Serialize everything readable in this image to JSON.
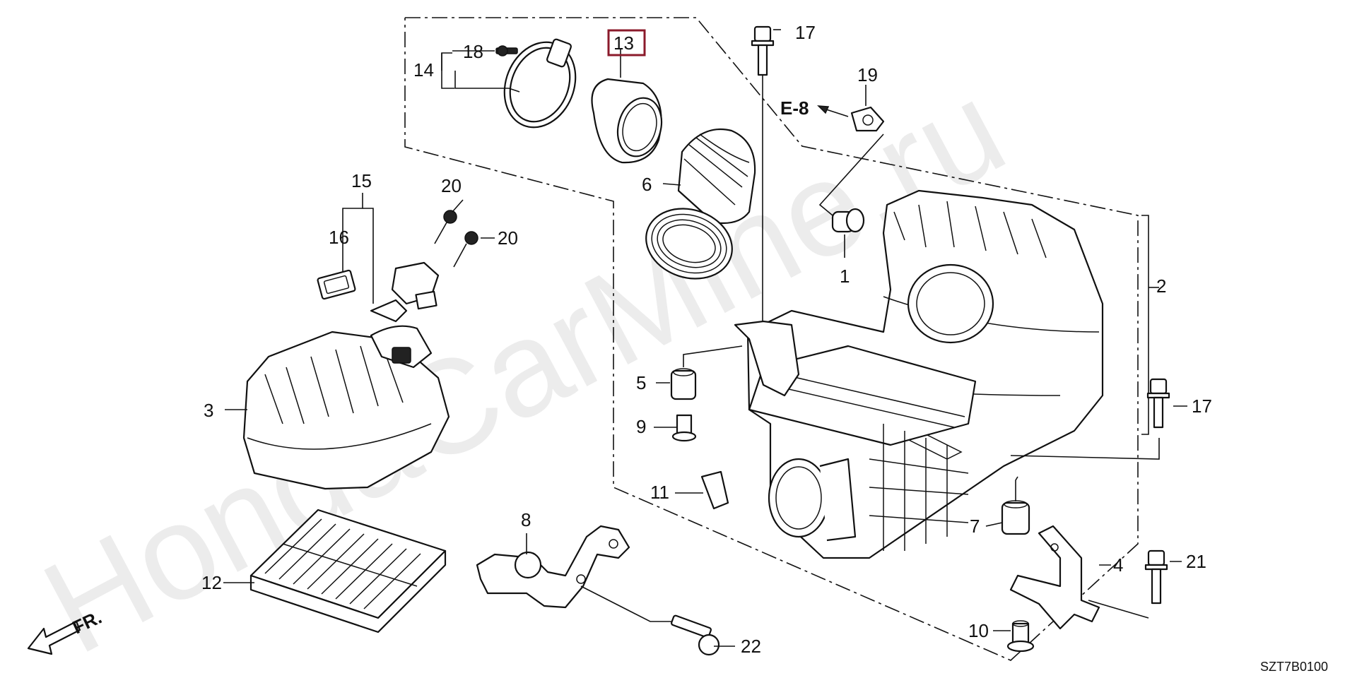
{
  "watermark": "HondaCarMine.ru",
  "diagram_code": "SZT7B0100",
  "front_arrow_label": "FR.",
  "reference": {
    "label": "E-8"
  },
  "highlighted_part": "13",
  "callouts": {
    "c1": "1",
    "c2": "2",
    "c3": "3",
    "c4": "4",
    "c5": "5",
    "c6": "6",
    "c7": "7",
    "c8": "8",
    "c9": "9",
    "c10": "10",
    "c11": "11",
    "c12": "12",
    "c13": "13",
    "c14": "14",
    "c15": "15",
    "c16": "16",
    "c17a": "17",
    "c17b": "17",
    "c18": "18",
    "c19": "19",
    "c20a": "20",
    "c20b": "20",
    "c21": "21",
    "c22": "22"
  },
  "colors": {
    "line": "#111111",
    "highlight_box": "#8b1a2b",
    "background": "#ffffff"
  }
}
